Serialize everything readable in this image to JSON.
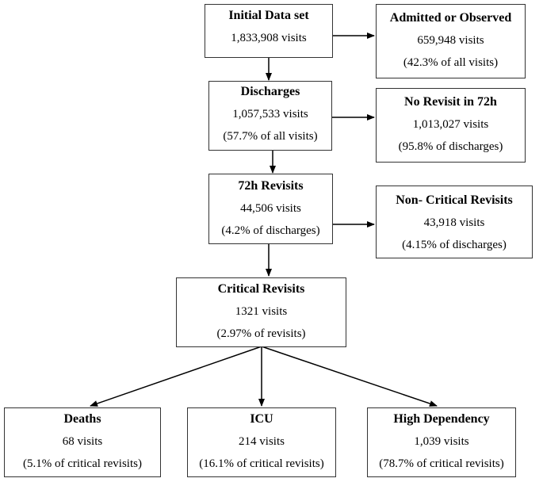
{
  "boxes": {
    "initial": {
      "title": "Initial Data set",
      "line1": "1,833,908 visits",
      "line2": ""
    },
    "admitted": {
      "title": "Admitted or Observed",
      "line1": "659,948 visits",
      "line2": "(42.3% of all visits)"
    },
    "discharges": {
      "title": "Discharges",
      "line1": "1,057,533 visits",
      "line2": "(57.7% of all visits)"
    },
    "no_revisit": {
      "title": "No Revisit in 72h",
      "line1": "1,013,027 visits",
      "line2": "(95.8% of discharges)"
    },
    "revisits": {
      "title": "72h Revisits",
      "line1": "44,506 visits",
      "line2": "(4.2% of discharges)"
    },
    "non_critical": {
      "title": "Non- Critical Revisits",
      "line1": "43,918 visits",
      "line2": "(4.15% of discharges)"
    },
    "critical": {
      "title": "Critical Revisits",
      "line1": "1321 visits",
      "line2": "(2.97% of revisits)"
    },
    "deaths": {
      "title": "Deaths",
      "line1": "68 visits",
      "line2": "(5.1% of critical revisits)"
    },
    "icu": {
      "title": "ICU",
      "line1": "214 visits",
      "line2": "(16.1% of critical revisits)"
    },
    "high_dep": {
      "title": "High Dependency",
      "line1": "1,039 visits",
      "line2": "(78.7% of critical revisits)"
    }
  }
}
